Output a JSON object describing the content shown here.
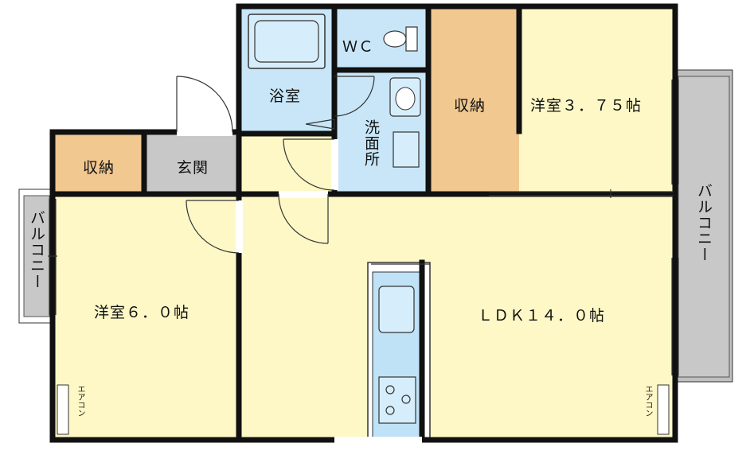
{
  "rooms": {
    "bath": "浴室",
    "wc": "ＷＣ",
    "storage_center": "収納",
    "western_small": "洋室３．７５帖",
    "washroom": "洗面所",
    "storage_left": "収納",
    "entrance": "玄関",
    "western_large": "洋室６．０帖",
    "ldk": "ＬＤＫ１４．０帖"
  },
  "balcony_left": "バルコニー",
  "balcony_right": "バルコニー",
  "aircon_left": "エアコン",
  "aircon_right": "エアコン",
  "colors": {
    "wall": "#111111",
    "room_yellow": "#fdf8c6",
    "storage_tan": "#f0c890",
    "wet_blue": "#c8e6f8",
    "entrance_gray": "#c8c8c8",
    "balcony_gray": "#c0c0c0",
    "kitchen_blue": "#bfe2f7"
  }
}
